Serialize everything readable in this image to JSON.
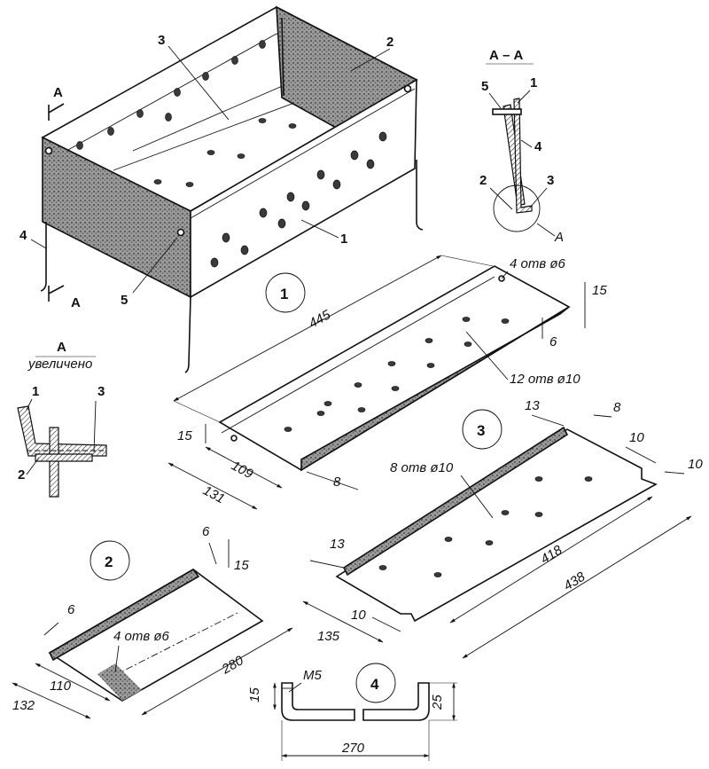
{
  "section_mark": {
    "letter": "А"
  },
  "section_view": {
    "title": "А – А",
    "labels": [
      "5",
      "1",
      "4",
      "2",
      "3"
    ],
    "detail_letter": "А"
  },
  "detail_view": {
    "title": "А",
    "subtitle": "увеличено",
    "labels": [
      "1",
      "3",
      "2"
    ]
  },
  "assembly": {
    "labels": [
      "1",
      "2",
      "3",
      "4",
      "5"
    ]
  },
  "part1": {
    "number": "1",
    "length": "445",
    "width_outer": "131",
    "width_inner": "109",
    "flange_height": "15",
    "flange_width": "8",
    "flange_step": "6",
    "mount_holes": "4 отв ø6",
    "vent_holes": "12 отв ø10",
    "flange_height_2": "15"
  },
  "part2": {
    "number": "2",
    "length": "280",
    "width_outer": "132",
    "width_inner": "110",
    "flange_height": "15",
    "flange_step": "6",
    "flange_step_2": "6",
    "mount_holes": "4 отв ø6"
  },
  "part3": {
    "number": "3",
    "length_outer": "438",
    "length_inner": "418",
    "width": "135",
    "edge_13a": "13",
    "edge_13b": "13",
    "edge_8": "8",
    "cut_10a": "10",
    "cut_10b": "10",
    "cut_10c": "10",
    "vent_holes": "8 отв ø10"
  },
  "part4": {
    "number": "4",
    "thread": "М5",
    "height_left": "15",
    "height_right": "25",
    "length": "270"
  }
}
